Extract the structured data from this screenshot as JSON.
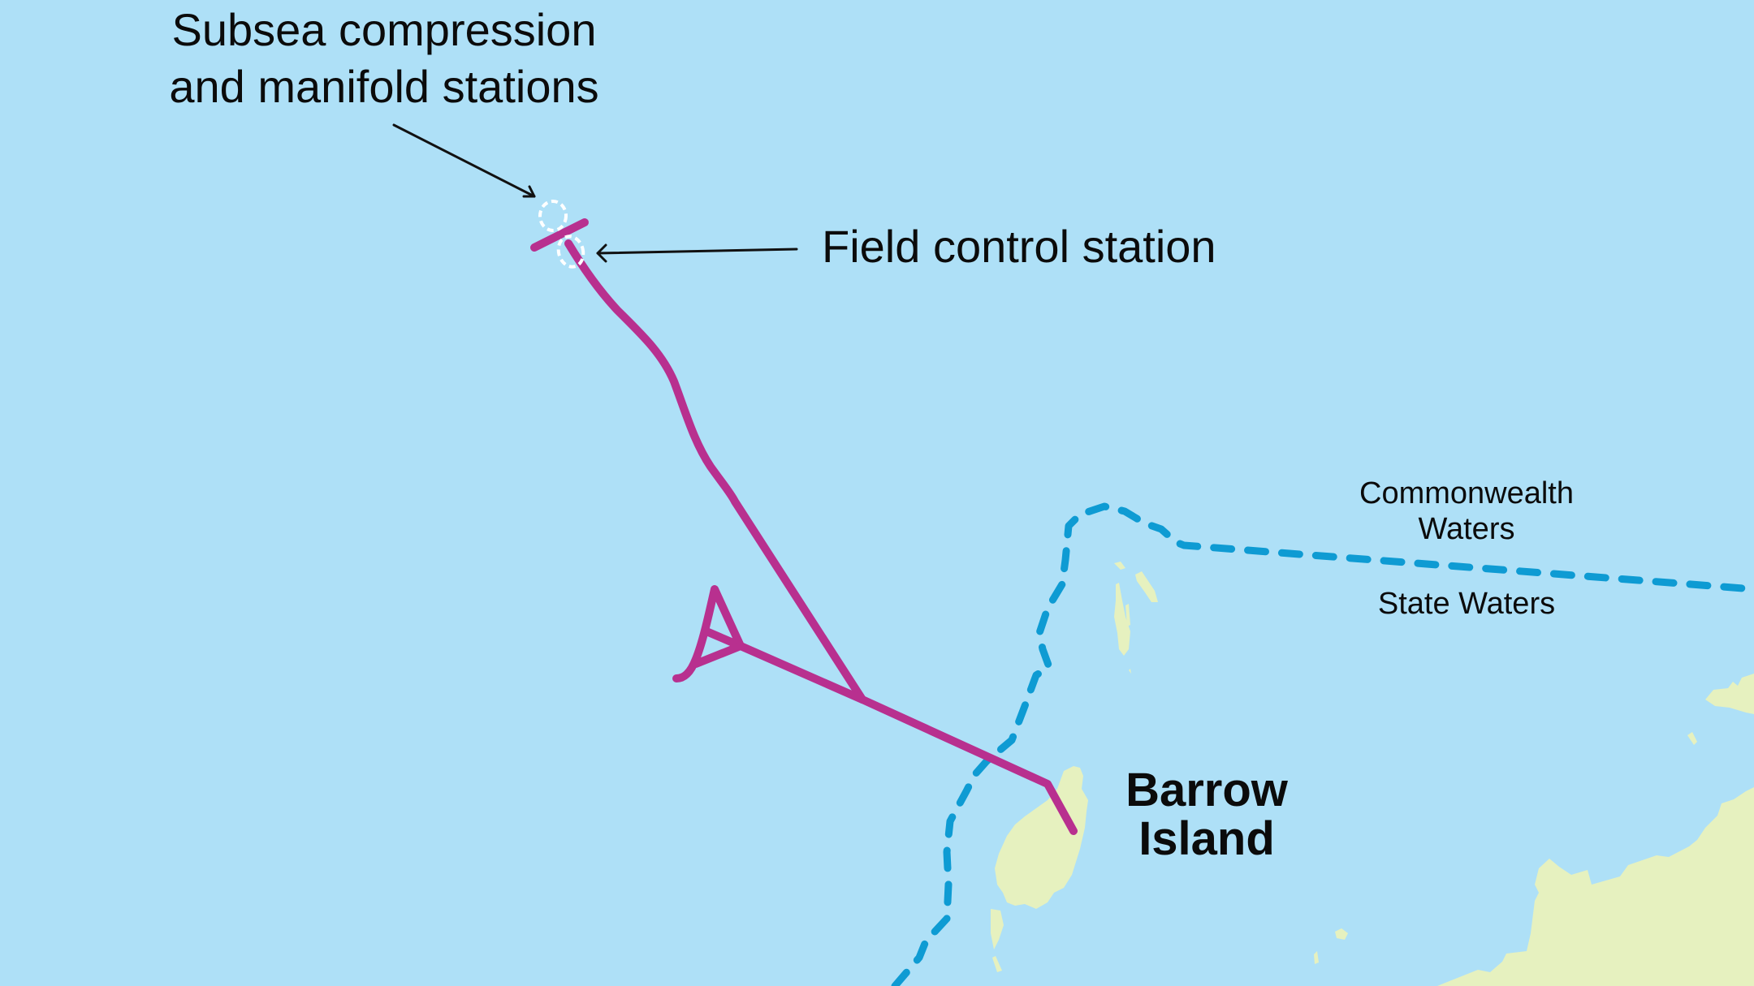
{
  "map": {
    "colors": {
      "sea": "#aee0f7",
      "land": "#e6f1bf",
      "pipeline": "#b8308f",
      "boundary": "#0e9bd3",
      "station_marker": "#ffffff",
      "text": "#0b0b0b"
    },
    "labels": {
      "subsea_line1": "Subsea compression",
      "subsea_line2": "and manifold stations",
      "field_control": "Field control station",
      "commonwealth_line1": "Commonwealth",
      "commonwealth_line2": "Waters",
      "state_waters": "State Waters",
      "island_line1": "Barrow",
      "island_line2": "Island"
    },
    "features": [
      {
        "name": "pipeline",
        "type": "line",
        "color": "#b8308f"
      },
      {
        "name": "commonwealth-state-boundary",
        "type": "dashed-line",
        "color": "#0e9bd3"
      },
      {
        "name": "subsea-compression-station",
        "type": "dashed-circle-marker"
      },
      {
        "name": "field-control-station",
        "type": "dashed-circle-marker"
      },
      {
        "name": "barrow-island",
        "type": "landmass"
      },
      {
        "name": "mainland-coast",
        "type": "landmass"
      }
    ]
  }
}
